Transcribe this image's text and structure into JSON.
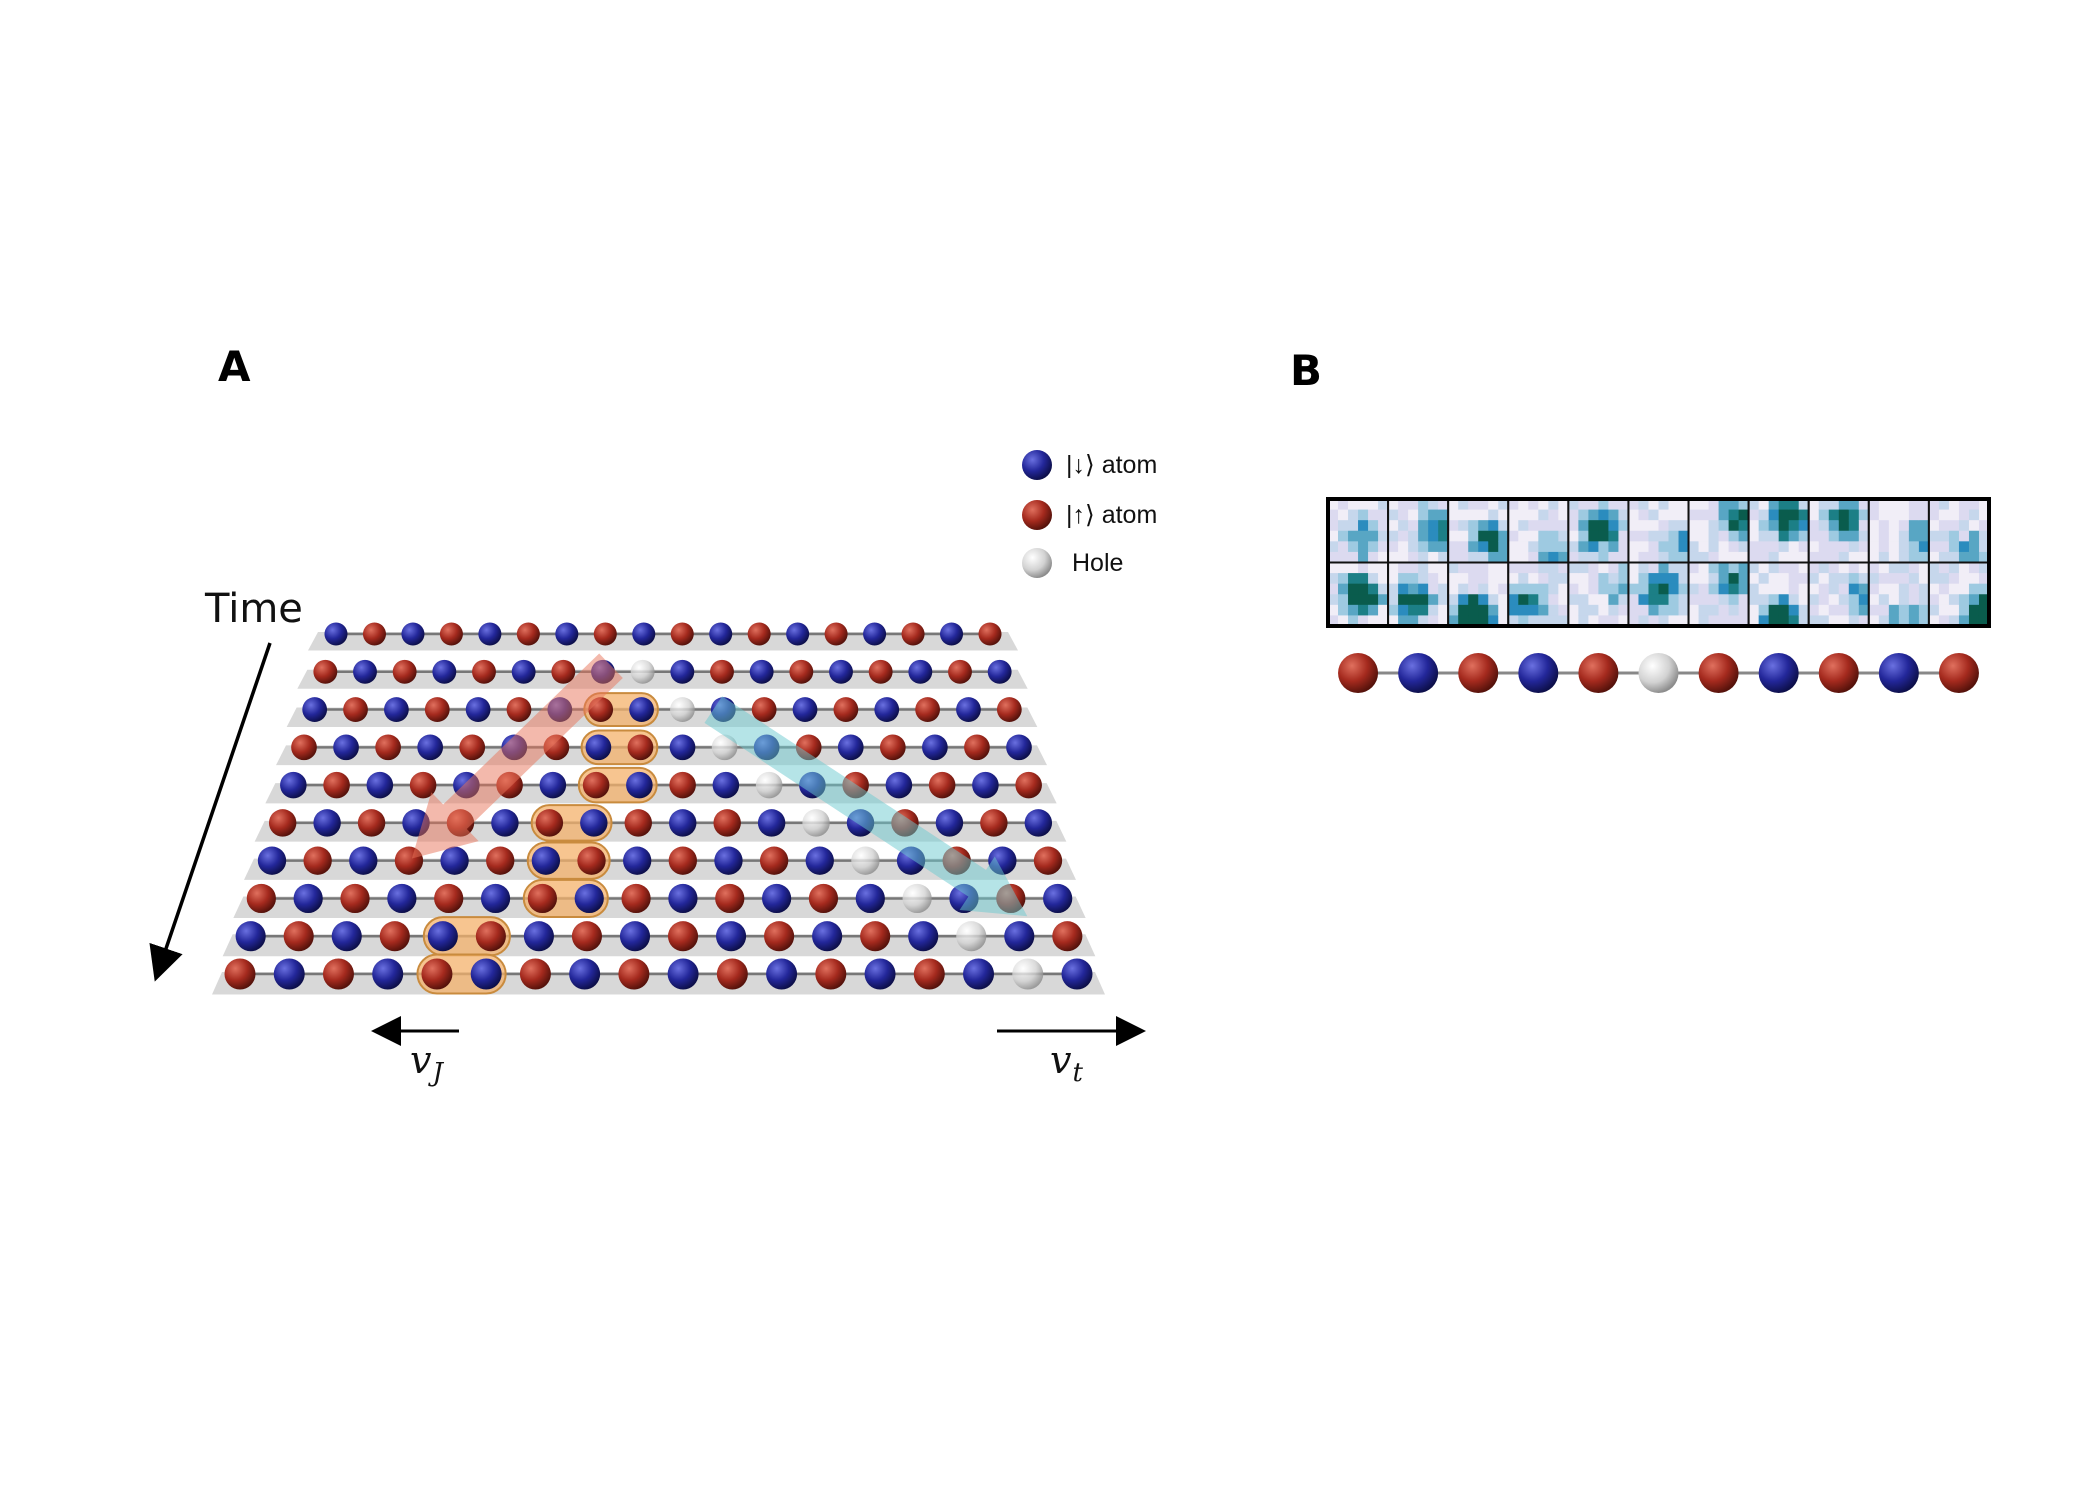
{
  "panel_a": {
    "label": "A",
    "time_label": "Time",
    "velocity_left": {
      "symbol": "v",
      "subscript": "J"
    },
    "velocity_right": {
      "symbol": "v",
      "subscript": "t"
    },
    "legend": [
      {
        "key": "down",
        "text": "|↓⟩ atom",
        "color": "#23279a"
      },
      {
        "key": "up",
        "text": "|↑⟩ atom",
        "color": "#a52a1e"
      },
      {
        "key": "hole",
        "text": "Hole",
        "color": "#cfcfcf"
      }
    ],
    "rows": 10,
    "sites_per_row": 18,
    "hole_site_by_row": [
      null,
      8,
      9,
      10,
      11,
      12,
      13,
      14,
      15,
      16
    ],
    "doublon_pair_by_row": [
      null,
      null,
      [
        7,
        8
      ],
      [
        7,
        8
      ],
      [
        7,
        8
      ],
      [
        6,
        7
      ],
      [
        6,
        7
      ],
      [
        6,
        7
      ],
      [
        4,
        5
      ],
      [
        4,
        5
      ]
    ],
    "colors": {
      "down": "#23279a",
      "up": "#a52a1e",
      "hole": "#cfcfcf",
      "doublon": "#f4b26b",
      "jet_red": "#e8735a",
      "jet_cyan": "#6cc9cf"
    }
  },
  "panel_b": {
    "label": "B",
    "snapshot_columns": 11,
    "snapshot_rows": 2,
    "chain": [
      "up",
      "down",
      "up",
      "down",
      "up",
      "hole",
      "up",
      "down",
      "up",
      "down",
      "up"
    ]
  }
}
